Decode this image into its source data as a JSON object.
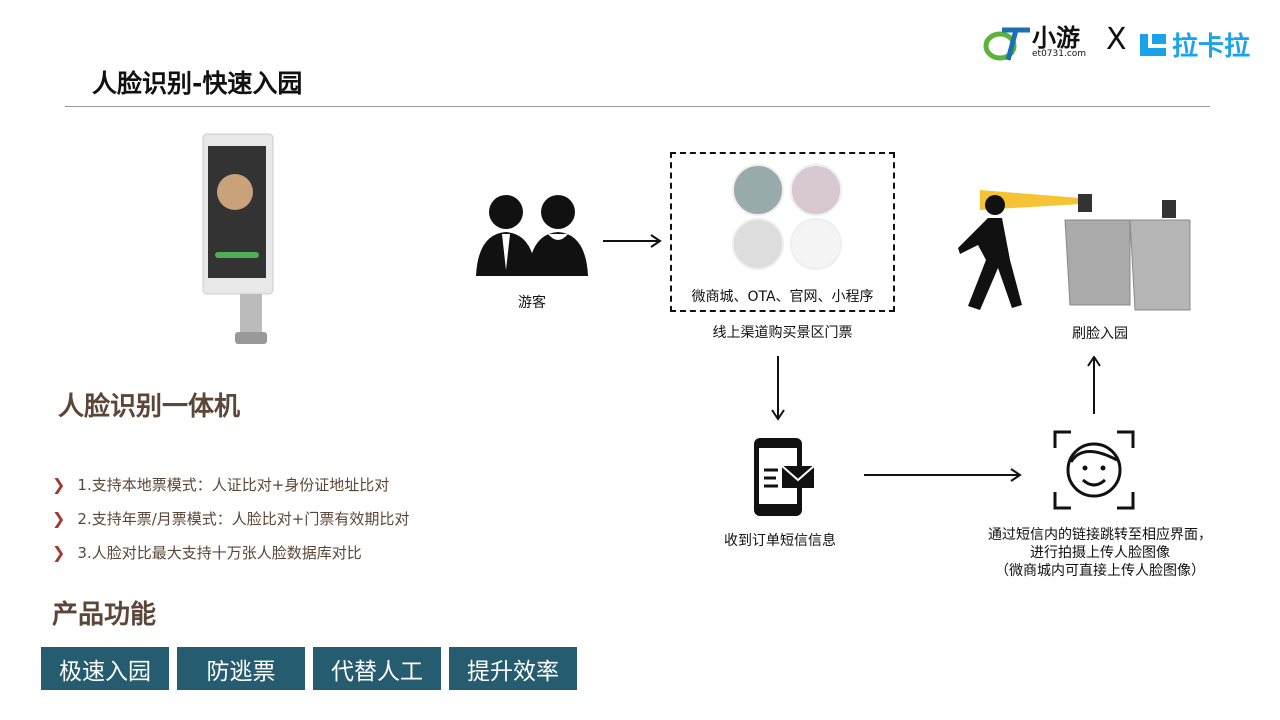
{
  "header": {
    "title": "人脸识别-快速入园",
    "logo_xiaoyou": "小游",
    "logo_xiaoyou_url": "et0731.com",
    "logo_x": "X",
    "logo_lakala": "拉卡拉"
  },
  "device": {
    "title": "人脸识别一体机"
  },
  "features": [
    "1.支持本地票模式：人证比对+身份证地址比对",
    "2.支持年票/月票模式：人脸比对+门票有效期比对",
    "3.人脸对比最大支持十万张人脸数据库对比"
  ],
  "functions": {
    "title": "产品功能",
    "buttons": [
      "极速入园",
      "防逃票",
      "代替人工",
      "提升效率"
    ]
  },
  "flow": {
    "visitor": "游客",
    "channels": "微商城、OTA、官网、小程序",
    "purchase": "线上渠道购买景区门票",
    "sms": "收到订单短信信息",
    "face_upload": [
      "通过短信内的链接跳转至相应界面，",
      "进行拍摄上传人脸图像",
      "（微商城内可直接上传人脸图像）"
    ],
    "entry": "刷脸入园"
  },
  "colors": {
    "accent": "#255c70",
    "brown": "#5b4637",
    "chevron": "#a33a2e",
    "lakala": "#1aa3e8"
  }
}
